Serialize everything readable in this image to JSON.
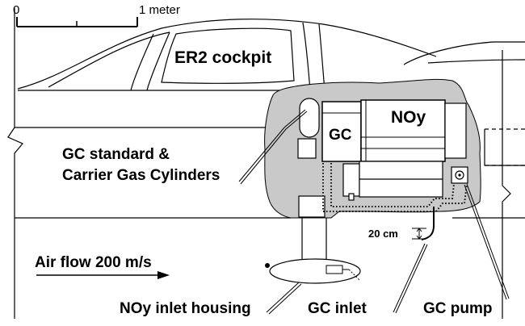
{
  "scale_bar": {
    "zero_label": "0",
    "end_label": "1 meter"
  },
  "labels": {
    "cockpit": "ER2 cockpit",
    "gc_box": "GC",
    "noy_box": "NOy",
    "gc_standard_line1": "GC standard &",
    "gc_standard_line2": "Carrier Gas Cylinders",
    "dimension": "20 cm",
    "air_flow": "Air flow 200 m/s",
    "noy_inlet_housing": "NOy inlet housing",
    "gc_inlet": "GC inlet",
    "gc_pump": "GC pump"
  },
  "colors": {
    "stipple_fill": "#c9c9c9",
    "line": "#000000",
    "background": "#ffffff"
  }
}
